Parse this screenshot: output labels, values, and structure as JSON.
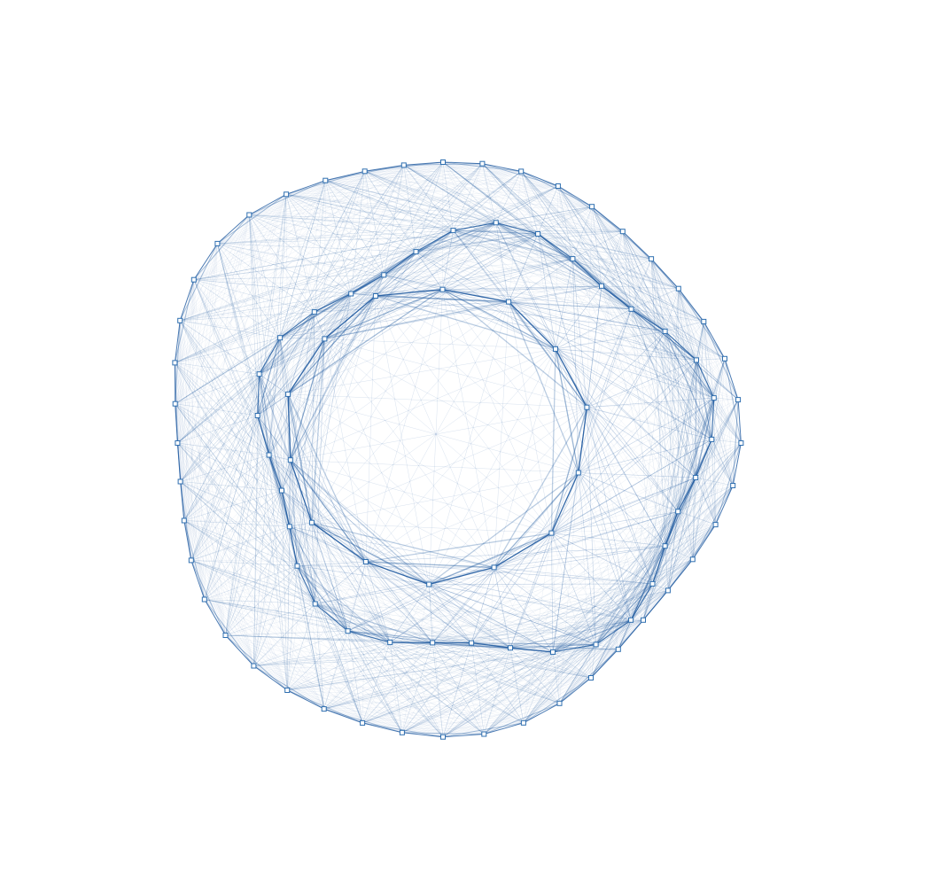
{
  "colors": {
    "background": "#ffffff",
    "edge": "#1f5aa0",
    "node_stroke": "#2f6fb0",
    "node_fill": "#ffffff"
  },
  "graph": {
    "node_shape": "square",
    "rings": [
      {
        "ring": "inner",
        "node_count": 14
      },
      {
        "ring": "middle",
        "node_count": 34
      },
      {
        "ring": "outer",
        "node_count": 44
      }
    ]
  }
}
